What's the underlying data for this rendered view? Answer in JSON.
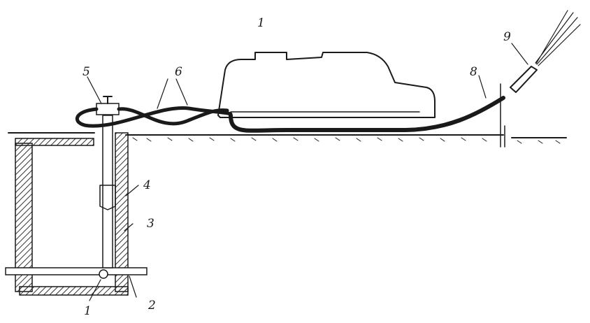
{
  "figure": {
    "callouts": {
      "vehicle": "1",
      "valve": "1",
      "pipe": "2",
      "well_outer_wall": "3",
      "well_inner_wall": "4",
      "wellhead_clamp": "5",
      "hoses": "6",
      "hose_lead": "8",
      "nozzle": "9"
    }
  },
  "colors": {
    "ink": "#1a1a1a",
    "paper": "#ffffff",
    "hatch": "#333333"
  }
}
